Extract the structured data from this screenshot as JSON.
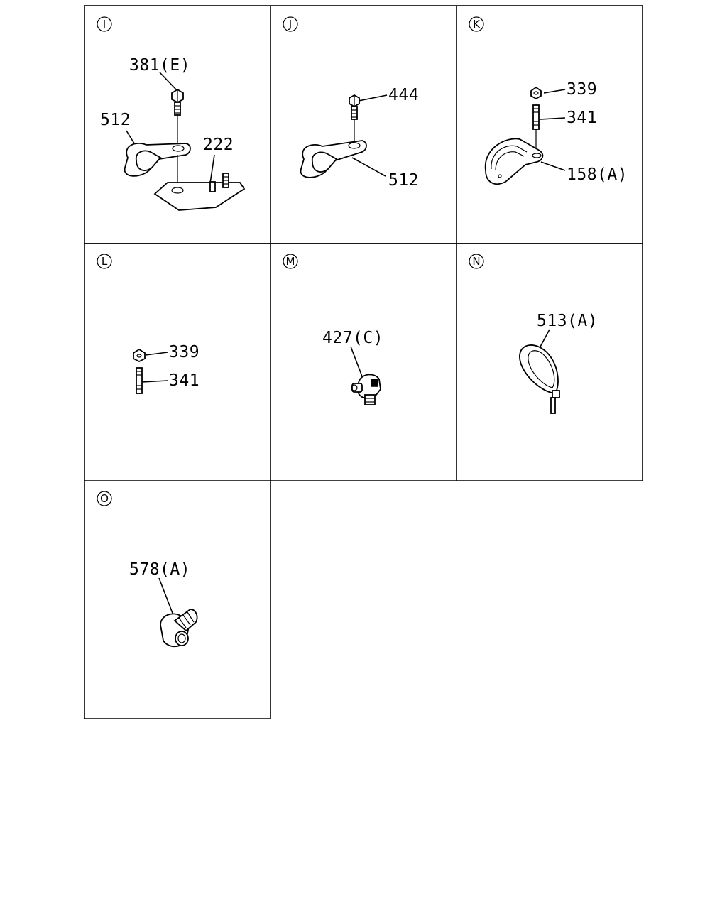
{
  "panels": [
    {
      "id": "I",
      "labels": [
        "381(E)",
        "512",
        "222"
      ]
    },
    {
      "id": "J",
      "labels": [
        "444",
        "512"
      ]
    },
    {
      "id": "K",
      "labels": [
        "339",
        "341",
        "158(A)"
      ]
    },
    {
      "id": "L",
      "labels": [
        "339",
        "341"
      ]
    },
    {
      "id": "M",
      "labels": [
        "427(C)"
      ]
    },
    {
      "id": "N",
      "labels": [
        "513(A)"
      ]
    },
    {
      "id": "O",
      "labels": [
        "578(A)"
      ]
    }
  ]
}
